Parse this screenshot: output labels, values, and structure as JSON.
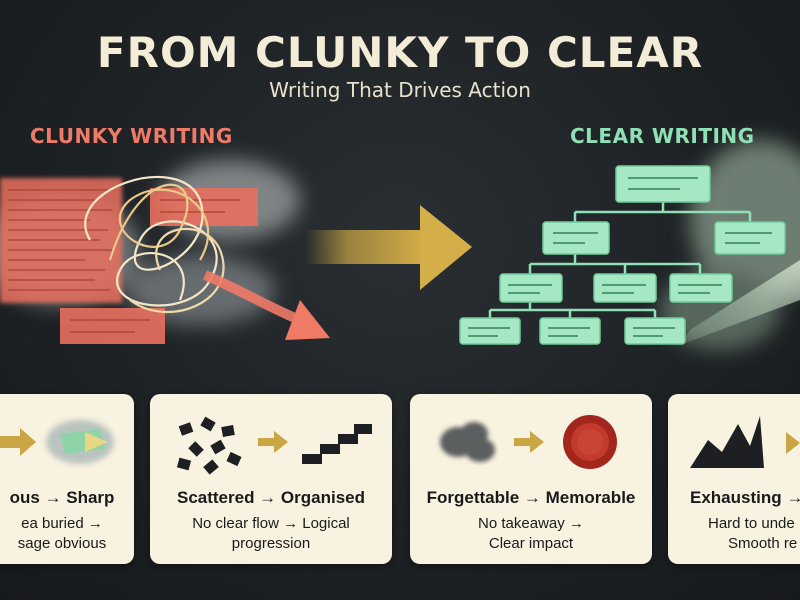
{
  "header": {
    "title": "FROM CLUNKY TO CLEAR",
    "subtitle": "Writing That Drives Action"
  },
  "left_panel": {
    "label": "CLUNKY WRITING"
  },
  "right_panel": {
    "label": "CLEAR WRITING"
  },
  "colors": {
    "background": "#1d2124",
    "clunky_red": "#ef7a66",
    "clear_green": "#8fe0b5",
    "arrow_gold": "#c9a544",
    "card_bg": "#f8f2e0"
  },
  "cards": [
    {
      "title": "ous → Sharp",
      "desc_line1": "ea buried →",
      "desc_line2": "sage obvious",
      "icon": "blurry-to-sharp-icon"
    },
    {
      "title": "Scattered → Organised",
      "desc_line1": "No clear flow → Logical",
      "desc_line2": "progression",
      "icon": "scattered-to-stairs-icon"
    },
    {
      "title": "Forgettable → Memorable",
      "desc_line1": "No takeaway →",
      "desc_line2": "Clear impact",
      "icon": "smoke-to-wax-seal-icon"
    },
    {
      "title": "Exhausting →",
      "desc_line1": "Hard to unde",
      "desc_line2": "Smooth re",
      "icon": "jagged-mountain-icon"
    }
  ]
}
